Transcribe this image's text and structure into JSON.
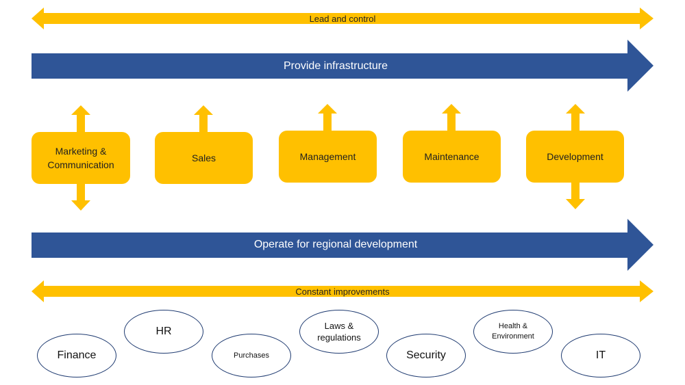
{
  "colors": {
    "yellow": "#ffc000",
    "blue": "#2f5597",
    "oval_border": "#1e3a70"
  },
  "bands": {
    "top": "Lead and control",
    "bottom": "Constant improvements"
  },
  "flows": {
    "upper": "Provide infrastructure",
    "lower": "Operate for regional development"
  },
  "functions": [
    {
      "label": "Marketing & Communication"
    },
    {
      "label": "Sales"
    },
    {
      "label": "Management"
    },
    {
      "label": "Maintenance"
    },
    {
      "label": "Development"
    }
  ],
  "support": [
    {
      "label": "Finance"
    },
    {
      "label": "HR"
    },
    {
      "label": "Purchases"
    },
    {
      "label": "Laws & regulations"
    },
    {
      "label": "Security"
    },
    {
      "label": "Health & Environment"
    },
    {
      "label": "IT"
    }
  ]
}
